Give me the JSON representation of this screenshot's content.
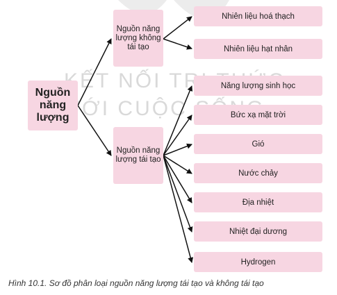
{
  "watermark": {
    "line1": "KẾT NỐI TRI THỨC",
    "line2": "VỚI CUỘC SỐNG"
  },
  "diagram": {
    "root": "Nguồn năng lượng",
    "non_renewable": {
      "label": "Nguồn năng lượng không tái tạo",
      "children": [
        "Nhiên liệu hoá thạch",
        "Nhiên liệu hạt nhân"
      ]
    },
    "renewable": {
      "label": "Nguồn năng lượng tái tạo",
      "children": [
        "Năng lượng sinh học",
        "Bức xạ mặt trời",
        "Gió",
        "Nước chảy",
        "Địa nhiệt",
        "Nhiệt đại dương",
        "Hydrogen"
      ]
    }
  },
  "caption": "Hình 10.1. Sơ đồ phân loại nguồn năng lượng tái tạo và không tái tạo"
}
